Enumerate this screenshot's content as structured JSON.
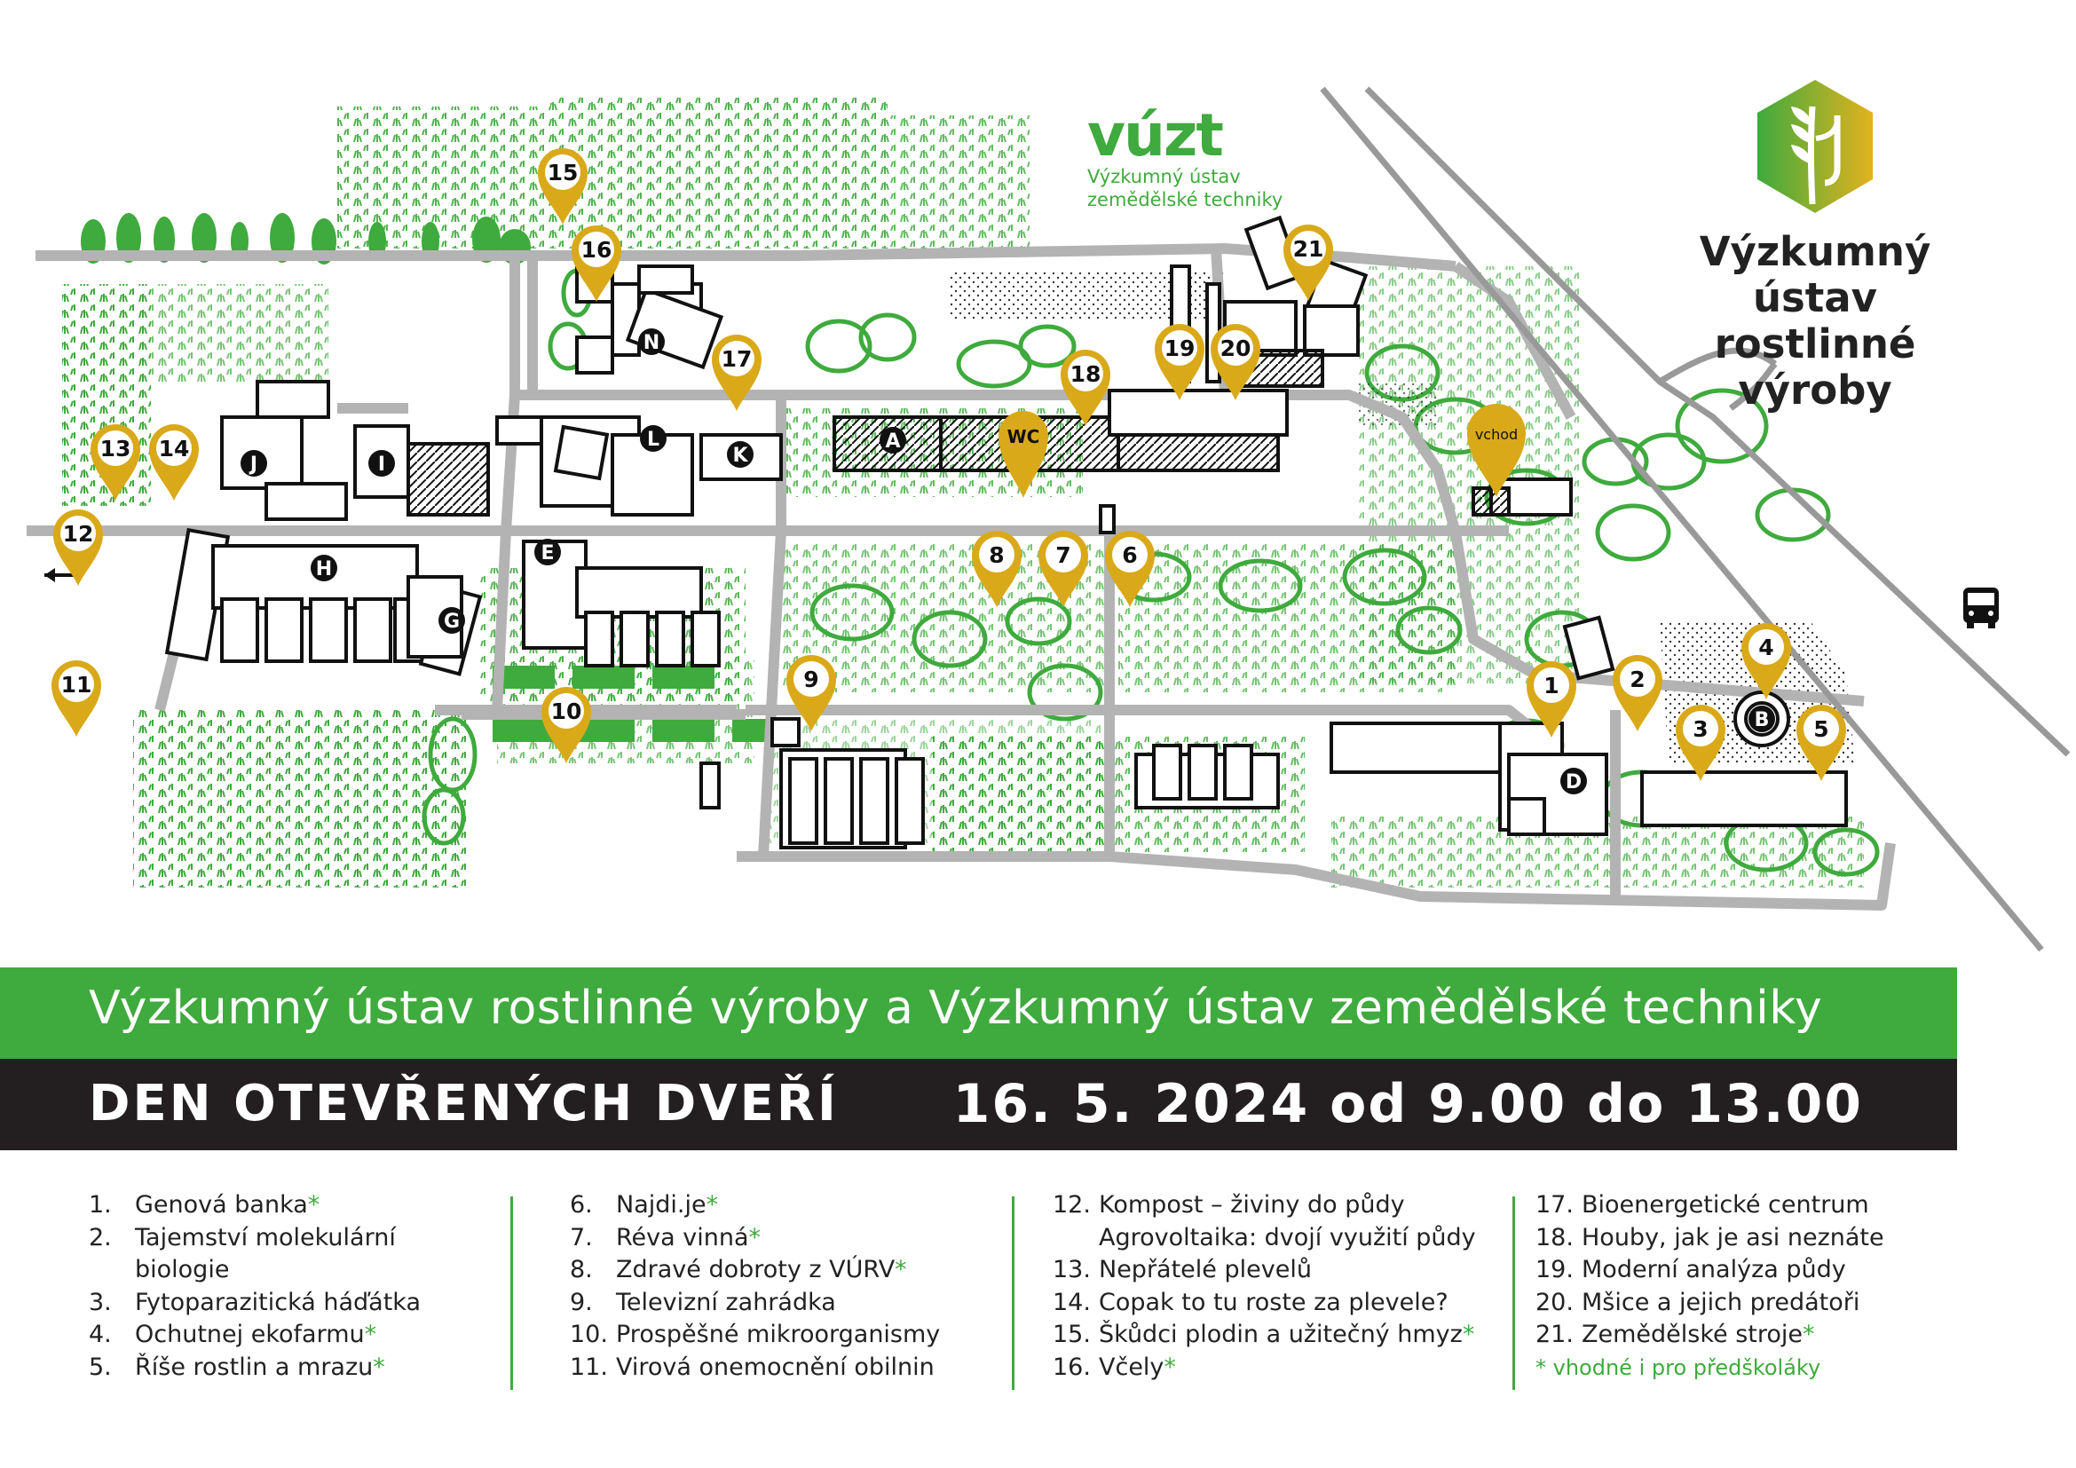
{
  "header": {
    "vuzt_logo_word": "vúzt",
    "vuzt_logo_line1": "Výzkumný ústav",
    "vuzt_logo_line2": "zemědělské techniky",
    "institute_line1": "Výzkumný ústav",
    "institute_line2": "rostlinné výroby"
  },
  "map": {
    "exit_arrow_icon": "arrow-left-icon",
    "bus_icon": "bus-icon",
    "entrance_label": "vchod",
    "wc_label": "WC",
    "pins": [
      {
        "label": "1"
      },
      {
        "label": "2"
      },
      {
        "label": "3"
      },
      {
        "label": "4"
      },
      {
        "label": "5"
      },
      {
        "label": "6"
      },
      {
        "label": "7"
      },
      {
        "label": "8"
      },
      {
        "label": "9"
      },
      {
        "label": "10"
      },
      {
        "label": "11"
      },
      {
        "label": "12"
      },
      {
        "label": "13"
      },
      {
        "label": "14"
      },
      {
        "label": "15"
      },
      {
        "label": "16"
      },
      {
        "label": "17"
      },
      {
        "label": "18"
      },
      {
        "label": "19"
      },
      {
        "label": "20"
      },
      {
        "label": "21"
      }
    ],
    "buildings": [
      "A",
      "B",
      "D",
      "E",
      "G",
      "H",
      "I",
      "J",
      "K",
      "L",
      "N"
    ]
  },
  "banner": {
    "institutes": "Výzkumný ústav rostlinné výroby a Výzkumný ústav zemědělské techniky",
    "event": "DEN OTEVŘENÝCH DVEŘÍ",
    "datetime": "16. 5. 2024 od 9.00 do 13.00"
  },
  "legend": {
    "col1": [
      {
        "num": "1.",
        "text": "Genová banka",
        "star": "*"
      },
      {
        "num": "2.",
        "text": "Tajemství molekulární",
        "star": ""
      },
      {
        "num": "",
        "text": "biologie",
        "star": ""
      },
      {
        "num": "3.",
        "text": "Fytoparazitická háďátka",
        "star": ""
      },
      {
        "num": "4.",
        "text": "Ochutnej ekofarmu",
        "star": "*"
      },
      {
        "num": "5.",
        "text": "Říše rostlin a mrazu",
        "star": "*"
      }
    ],
    "col2": [
      {
        "num": "6.",
        "text": "Najdi.je",
        "star": "*"
      },
      {
        "num": "7.",
        "text": "Réva vinná",
        "star": "*"
      },
      {
        "num": "8.",
        "text": "Zdravé dobroty z VÚRV",
        "star": "*"
      },
      {
        "num": "9.",
        "text": "Televizní zahrádka",
        "star": ""
      },
      {
        "num": "10.",
        "text": "Prospěšné mikroorganismy",
        "star": ""
      },
      {
        "num": "11.",
        "text": "Virová onemocnění obilnin",
        "star": ""
      }
    ],
    "col3": [
      {
        "num": "12.",
        "text": "Kompost – živiny do půdy",
        "star": ""
      },
      {
        "num": "",
        "text": "Agrovoltaika: dvojí využití půdy",
        "star": ""
      },
      {
        "num": "13.",
        "text": "Nepřátelé plevelů",
        "star": ""
      },
      {
        "num": "14.",
        "text": "Copak to tu roste za plevele?",
        "star": ""
      },
      {
        "num": "15.",
        "text": "Škůdci plodin a užitečný hmyz",
        "star": "*"
      },
      {
        "num": "16.",
        "text": "Včely",
        "star": "*"
      }
    ],
    "col4": [
      {
        "num": "17.",
        "text": "Bioenergetické centrum",
        "star": ""
      },
      {
        "num": "18.",
        "text": "Houby, jak je asi neznáte",
        "star": ""
      },
      {
        "num": "19.",
        "text": "Moderní analýza půdy",
        "star": ""
      },
      {
        "num": "20.",
        "text": "Mšice a jejich predátoři",
        "star": ""
      },
      {
        "num": "21.",
        "text": "Zemědělské stroje",
        "star": "*"
      }
    ],
    "note": "* vhodné i pro předškoláky"
  },
  "colors": {
    "accent_green": "#3faa3d",
    "pin_gold": "#d9a91a",
    "dark": "#231f20",
    "road": "#b3b3b3"
  }
}
